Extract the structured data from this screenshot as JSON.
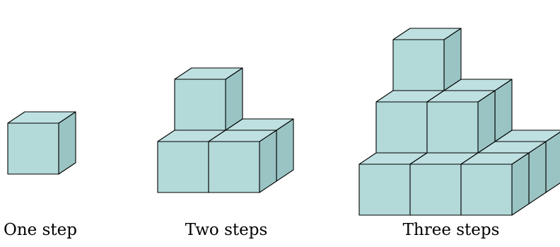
{
  "colors": {
    "front": "#b3d9d9",
    "top": "#bfe0e0",
    "side": "#9ac4c4",
    "edge": "#000000"
  },
  "figures": [
    {
      "steps": 1,
      "label": "One step"
    },
    {
      "steps": 2,
      "label": "Two steps"
    },
    {
      "steps": 3,
      "label": "Three steps"
    }
  ]
}
